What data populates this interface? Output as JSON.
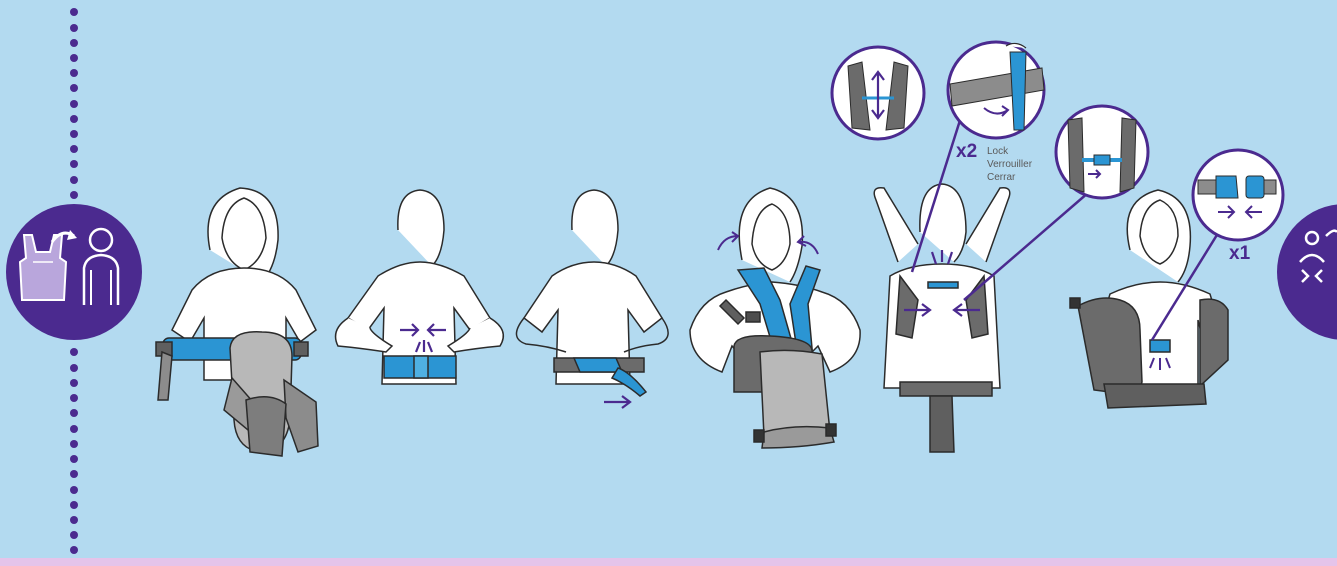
{
  "labels": {
    "repeat_two": "x2",
    "repeat_one": "x1",
    "lock_en": "Lock",
    "lock_fr": "Verrouiller",
    "lock_es": "Cerrar"
  },
  "icons": {
    "intro": "carrier-to-person-icon",
    "next": "baby-carrier-next-icon",
    "steps": [
      "waist-belt-step",
      "buckle-waist-step",
      "rotate-waist-step",
      "shoulder-straps-step",
      "back-buckle-step",
      "front-final-step"
    ]
  },
  "colors": {
    "background": "#b3daf0",
    "accent_blue": "#2b95d3",
    "purple": "#4b2a8f",
    "outline": "#2b2b2b",
    "carrier_gray": "#8c8c8c",
    "carrier_dark": "#5f5f5f"
  }
}
